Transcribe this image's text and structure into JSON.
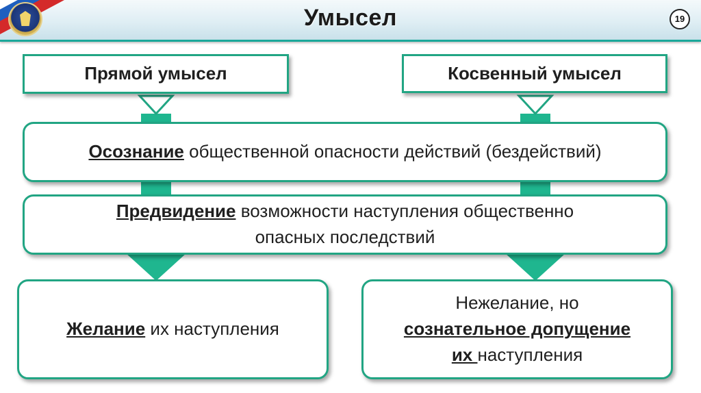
{
  "header": {
    "title": "Умысел",
    "page_number": "19"
  },
  "diagram": {
    "direct_intent": "Прямой умысел",
    "indirect_intent": "Косвенный умысел",
    "awareness": {
      "keyword": "Осознание",
      "rest": " общественной опасности действий (бездействий)"
    },
    "foresight": {
      "keyword": "Предвидение",
      "rest_line1": " возможности наступления общественно",
      "line2": "опасных последствий"
    },
    "desire": {
      "keyword": "Желание",
      "rest": " их наступления"
    },
    "conscious_allowance": {
      "line1": "Нежелание, но",
      "keyword": "сознательное допущение",
      "keyword2": "их ",
      "rest": "наступления"
    }
  },
  "colors": {
    "accent": "#1fb68f",
    "border": "#21a583",
    "header_rule": "#1aa89a"
  }
}
